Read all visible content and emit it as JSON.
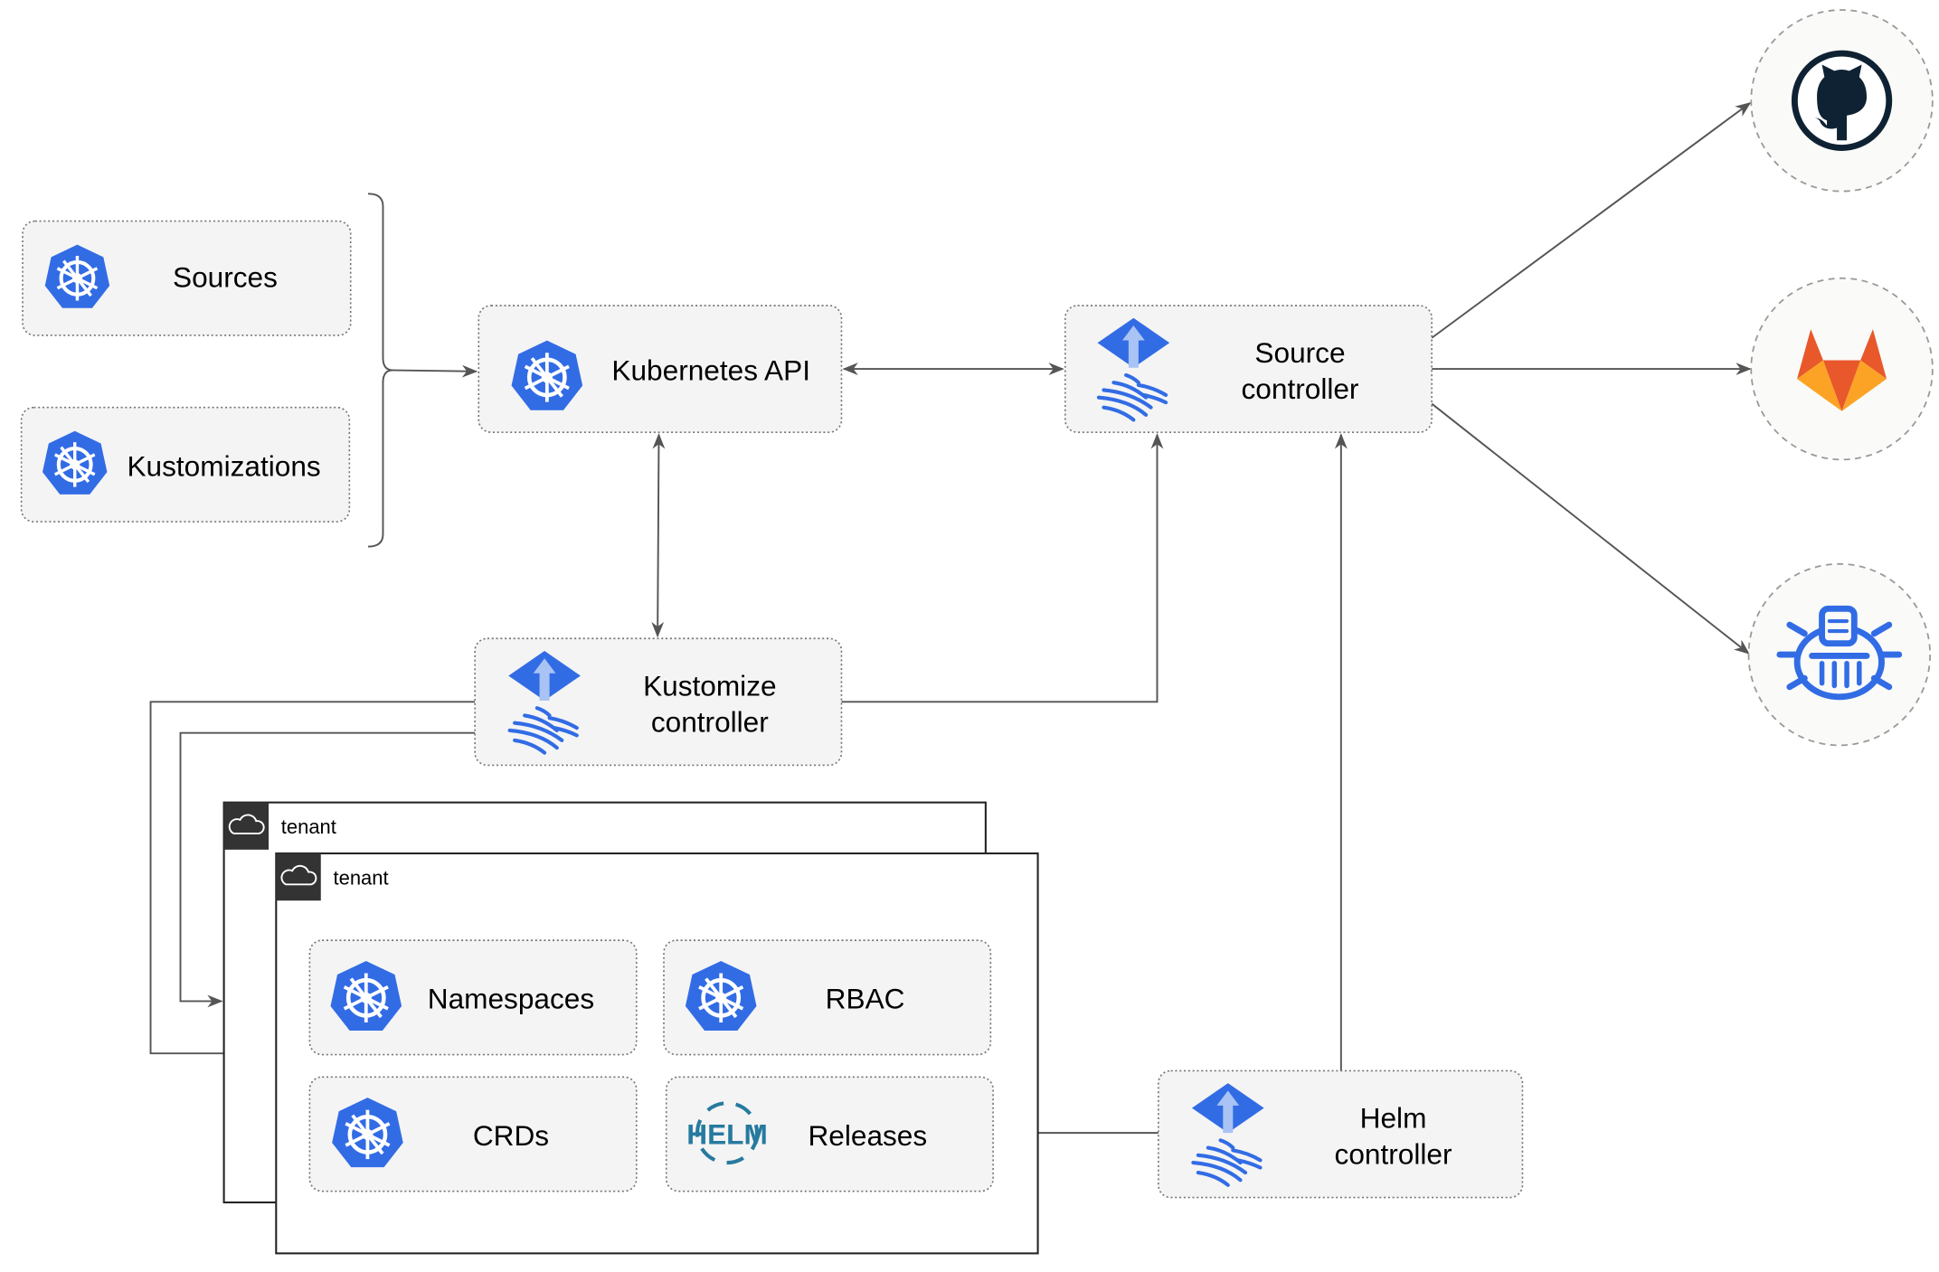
{
  "nodes": {
    "sources": "Sources",
    "kustomizations": "Kustomizations",
    "kubernetes_api": "Kubernetes API",
    "source_controller": [
      "Source",
      "controller"
    ],
    "kustomize_controller": [
      "Kustomize",
      "controller"
    ],
    "helm_controller": [
      "Helm",
      "controller"
    ],
    "namespaces": "Namespaces",
    "rbac": "RBAC",
    "crds": "CRDs",
    "releases": "Releases"
  },
  "tenants": [
    "tenant",
    "tenant"
  ],
  "helm_logo_text": "HELM",
  "external": [
    "github-icon",
    "gitlab-icon",
    "bucket-icon"
  ],
  "colors": {
    "k8s_blue": "#326ce5",
    "flux_blue": "#326ce5",
    "gitlab_orange": "#e8582a",
    "github_dark": "#0f2233",
    "helm_blue": "#277a9f"
  }
}
